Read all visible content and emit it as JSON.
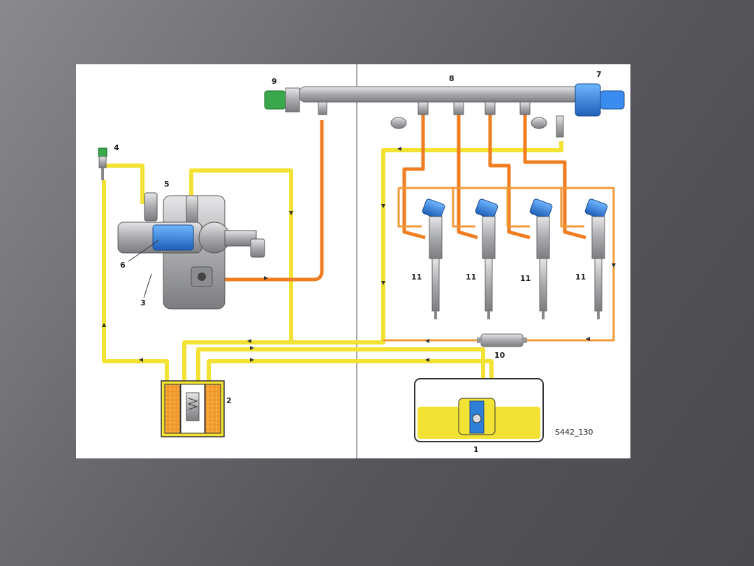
{
  "diagram": {
    "labels": {
      "l1": "1",
      "l2": "2",
      "l3": "3",
      "l4": "4",
      "l5": "5",
      "l6": "6",
      "l7": "7",
      "l8": "8",
      "l9": "9",
      "l10": "10",
      "l11a": "11",
      "l11b": "11",
      "l11c": "11",
      "l11d": "11"
    },
    "figure_code": "S442_130",
    "colors": {
      "return_line": "#f2e234",
      "high_pressure": "#f07d20",
      "blue_component": "#2f7fd6",
      "green_sensor": "#3aa84a",
      "metal": "#b9babc"
    }
  }
}
